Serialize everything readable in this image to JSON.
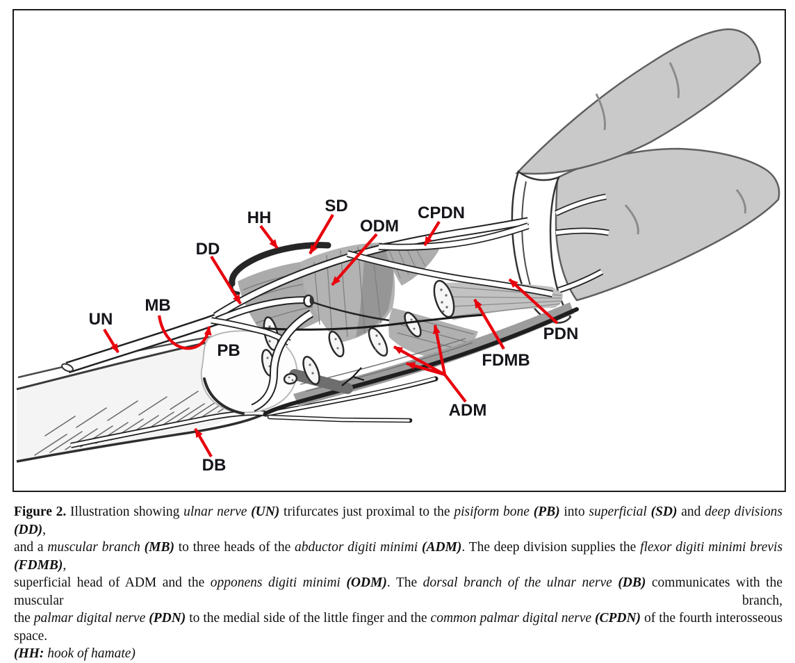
{
  "figure": {
    "arrow_color": "#e8000c",
    "label_color": "#14141a",
    "labels": {
      "un": "UN",
      "mb": "MB",
      "dd": "DD",
      "hh": "HH",
      "sd": "SD",
      "odm": "ODM",
      "cpdn": "CPDN",
      "pb": "PB",
      "pdn": "PDN",
      "fdmb": "FDMB",
      "adm": "ADM",
      "db": "DB"
    }
  },
  "caption": {
    "lines": [
      [
        {
          "t": "Figure 2.",
          "s": "b"
        },
        {
          "t": " Illustration showing ",
          "s": ""
        },
        {
          "t": "ulnar nerve ",
          "s": "i"
        },
        {
          "t": "(UN)",
          "s": "bi"
        },
        {
          "t": " trifurcates just proximal to the ",
          "s": ""
        },
        {
          "t": "pisiform bone ",
          "s": "i"
        },
        {
          "t": "(PB)",
          "s": "bi"
        },
        {
          "t": " into ",
          "s": ""
        },
        {
          "t": "superficial ",
          "s": "i"
        },
        {
          "t": "(SD)",
          "s": "bi"
        },
        {
          "t": " and ",
          "s": ""
        },
        {
          "t": "deep divisions ",
          "s": "i"
        },
        {
          "t": "(DD)",
          "s": "bi"
        },
        {
          "t": ",",
          "s": ""
        }
      ],
      [
        {
          "t": "and a ",
          "s": ""
        },
        {
          "t": "muscular branch ",
          "s": "i"
        },
        {
          "t": "(MB)",
          "s": "bi"
        },
        {
          "t": " to three heads of the ",
          "s": ""
        },
        {
          "t": "abductor digiti minimi ",
          "s": "i"
        },
        {
          "t": "(ADM)",
          "s": "bi"
        },
        {
          "t": ". The deep division supplies the ",
          "s": ""
        },
        {
          "t": "flexor digiti minimi brevis ",
          "s": "i"
        },
        {
          "t": "(FDMB)",
          "s": "bi"
        },
        {
          "t": ",",
          "s": ""
        }
      ],
      [
        {
          "t": "superficial head of ADM and the ",
          "s": ""
        },
        {
          "t": "opponens digiti minimi ",
          "s": "i"
        },
        {
          "t": "(ODM)",
          "s": "bi"
        },
        {
          "t": ". The ",
          "s": ""
        },
        {
          "t": "dorsal branch of the ulnar nerve ",
          "s": "i"
        },
        {
          "t": "(DB)",
          "s": "bi"
        },
        {
          "t": " communicates with the muscular branch,",
          "s": ""
        }
      ],
      [
        {
          "t": "the ",
          "s": ""
        },
        {
          "t": "palmar digital nerve ",
          "s": "i"
        },
        {
          "t": "(PDN)",
          "s": "bi"
        },
        {
          "t": " to the medial side of the little finger and the ",
          "s": ""
        },
        {
          "t": "common palmar digital nerve ",
          "s": "i"
        },
        {
          "t": "(CPDN)",
          "s": "bi"
        },
        {
          "t": " of the fourth interosseous space.",
          "s": ""
        }
      ],
      [
        {
          "t": "(HH:",
          "s": "bi"
        },
        {
          "t": " hook of hamate)",
          "s": "i"
        }
      ]
    ]
  }
}
